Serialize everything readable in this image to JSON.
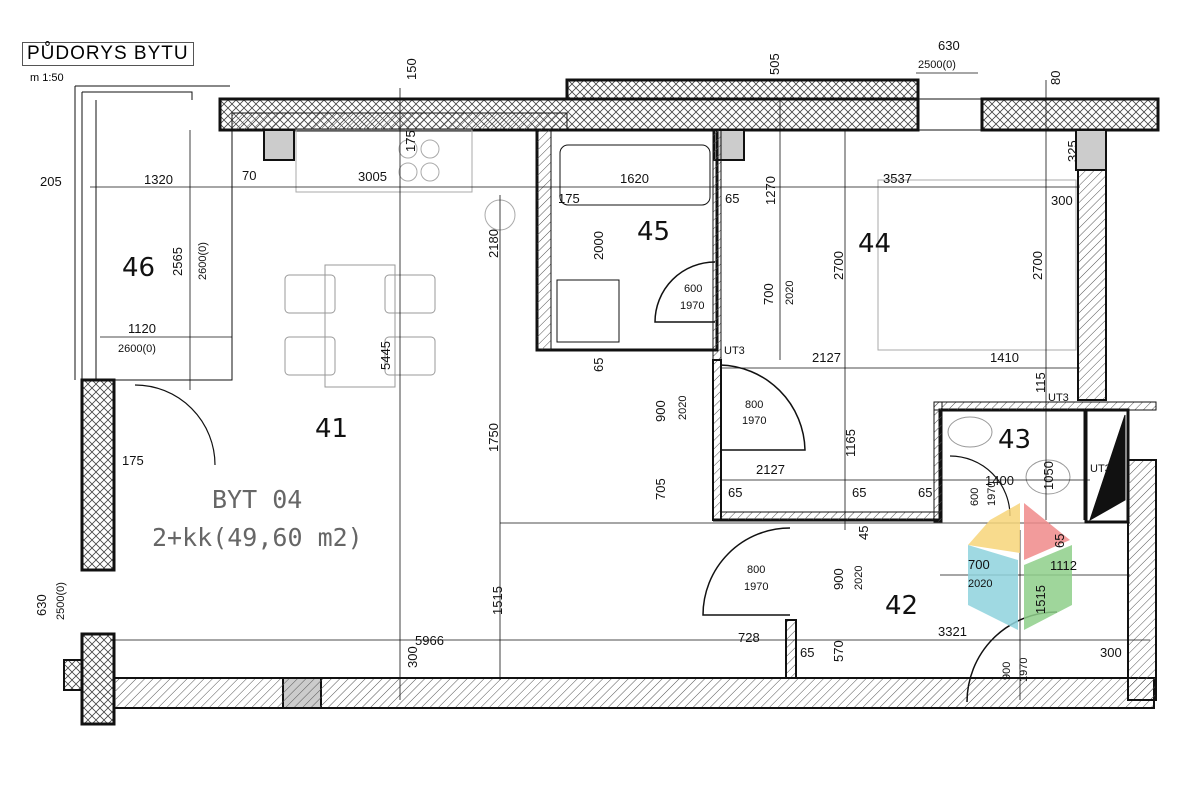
{
  "header": {
    "title": "PŮDORYS BYTU",
    "scale": "m 1:50"
  },
  "apartment": {
    "name": "BYT 04",
    "layout": "2+kk(49,60 m2)"
  },
  "rooms": [
    "41",
    "42",
    "43",
    "44",
    "45",
    "46"
  ],
  "dims": [
    "150",
    "505",
    "630",
    "2500(0)",
    "80",
    "205",
    "1320",
    "70",
    "3005",
    "175",
    "1620",
    "175",
    "65",
    "1270",
    "3537",
    "325",
    "300",
    "2565",
    "2600(0)",
    "1120",
    "2600(0)",
    "2180",
    "2000",
    "2700",
    "2700",
    "600",
    "1970",
    "700",
    "2020",
    "UT3",
    "65",
    "2127",
    "1410",
    "115",
    "UT3",
    "900",
    "2020",
    "800",
    "1970",
    "175",
    "1750",
    "5445",
    "1165",
    "2127",
    "1400",
    "1050",
    "UT3",
    "705",
    "65",
    "65",
    "65",
    "600",
    "1970",
    "45",
    "800",
    "1970",
    "900",
    "2020",
    "700",
    "2020",
    "1112",
    "65",
    "1515",
    "1515",
    "630",
    "2500(0)",
    "5966",
    "728",
    "65",
    "570",
    "3321",
    "300",
    "300",
    "900",
    "1970"
  ],
  "colors": {
    "wall": "#111111",
    "hatch": "#555555",
    "logo_yellow": "#f7d57a",
    "logo_red": "#f08a8a",
    "logo_blue": "#8fd3dd",
    "logo_green": "#8fd08a"
  }
}
